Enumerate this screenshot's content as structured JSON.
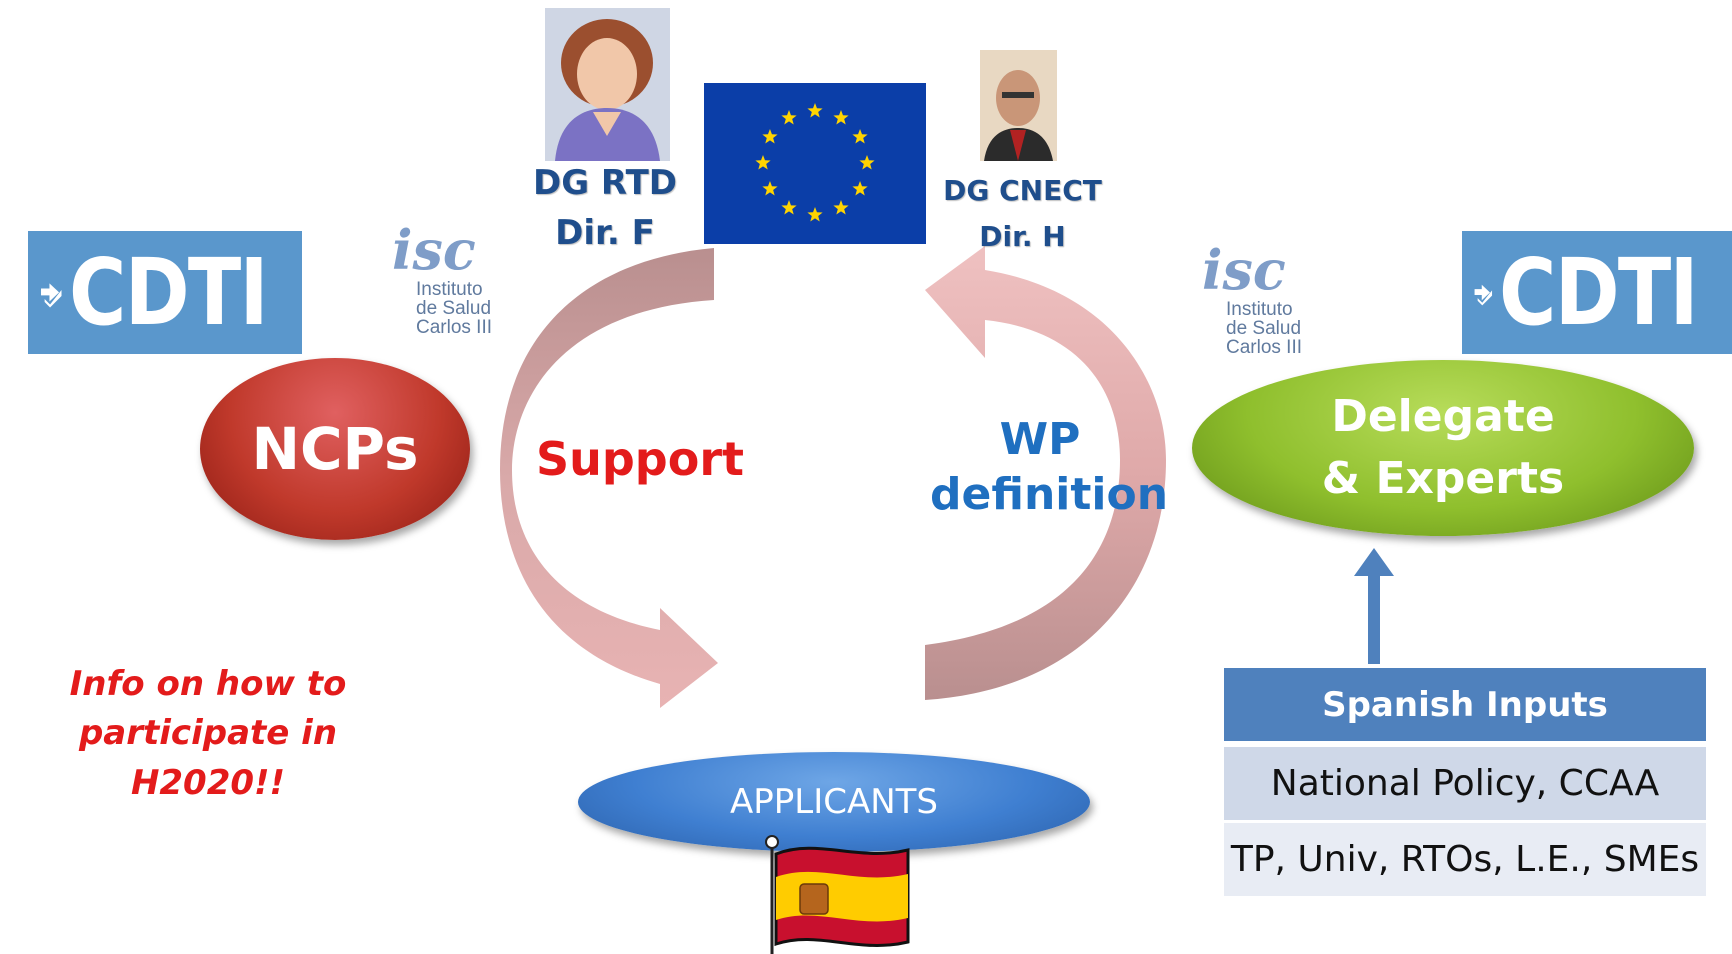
{
  "left": {
    "cdti_logo": "CDTI",
    "isc_logo": {
      "mark": "isc",
      "lines": [
        "Instituto",
        "de Salud",
        "Carlos III"
      ]
    },
    "ncps_label": "NCPs",
    "info_text": [
      "Info on how to",
      "participate in H2020!!"
    ]
  },
  "right": {
    "cdti_logo": "CDTI",
    "isc_logo": {
      "mark": "isc",
      "lines": [
        "Instituto",
        "de Salud",
        "Carlos III"
      ]
    },
    "delegate_label": [
      "Delegate",
      "& Experts"
    ],
    "inputs_table": {
      "header": "Spanish Inputs",
      "rows": [
        "National Policy, CCAA",
        "TP, Univ, RTOs, L.E., SMEs"
      ]
    }
  },
  "top": {
    "dg_rtd": {
      "line1": "DG RTD",
      "line2": "Dir. F"
    },
    "dg_cnect": {
      "line1": "DG CNECT",
      "line2": "Dir. H"
    }
  },
  "center": {
    "support_label": "Support",
    "wp_label": [
      "WP",
      "definition"
    ],
    "applicants_label": "APPLICANTS"
  },
  "icons": {
    "eu_flag": "eu-flag-icon",
    "spain_flag": "spain-flag-icon",
    "person_left": "portrait-photo",
    "person_right": "portrait-photo"
  },
  "colors": {
    "cdti_blue": "#5a97cc",
    "ncps_red": "#c0392b",
    "delegate_green": "#8fbf2d",
    "applicants_blue": "#3f7fd1",
    "support_red": "#e31b1b",
    "wp_blue": "#1f6fc0",
    "arrow_support": "#c79a9a",
    "arrow_wp": "#e7b7b7",
    "eu_blue": "#0b3ea8",
    "eu_star": "#ffd400"
  }
}
